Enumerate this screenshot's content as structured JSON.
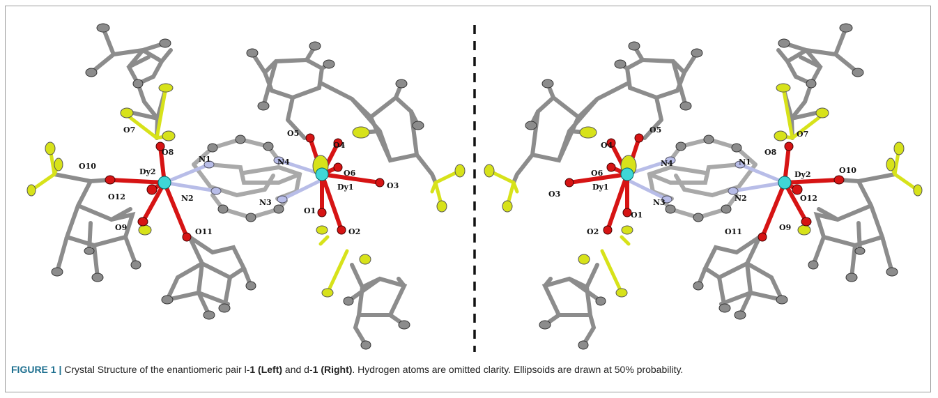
{
  "figure": {
    "label": "FIGURE 1 |",
    "caption_parts": [
      {
        "text": " Crystal Structure of the enantiomeric pair l-",
        "bold": false
      },
      {
        "text": "1 (Left)",
        "bold": true
      },
      {
        "text": " and d-",
        "bold": false
      },
      {
        "text": "1 (Right)",
        "bold": true
      },
      {
        "text": ". Hydrogen atoms are omitted clarity. Ellipsoids are drawn at 50% probability.",
        "bold": false
      }
    ]
  },
  "atom_colors": {
    "carbon": "#8c8c8c",
    "oxygen": "#d61414",
    "nitrogen": "#b8bde8",
    "fluorine": "#d7e21a",
    "dysprosium": "#3fd6d6"
  },
  "left_labels": {
    "o7": "O7",
    "o8": "O8",
    "o10": "O10",
    "dy2": "Dy2",
    "o12": "O12",
    "o9": "O9",
    "o11": "O11",
    "n1": "N1",
    "n2": "N2",
    "n3": "N3",
    "n4": "N4",
    "o5": "O5",
    "o4": "O4",
    "o6": "O6",
    "dy1": "Dy1",
    "o3": "O3",
    "o1": "O1",
    "o2": "O2"
  },
  "right_labels": {
    "o4": "O4",
    "o5": "O5",
    "o6": "O6",
    "o3": "O3",
    "dy1": "Dy1",
    "o2": "O2",
    "o1": "O1",
    "n4": "N4",
    "n1": "N1",
    "n3": "N3",
    "n2": "N2",
    "o8": "O8",
    "o7": "O7",
    "dy2": "Dy2",
    "o10": "O10",
    "o12": "O12",
    "o11": "O11",
    "o9": "O9"
  }
}
